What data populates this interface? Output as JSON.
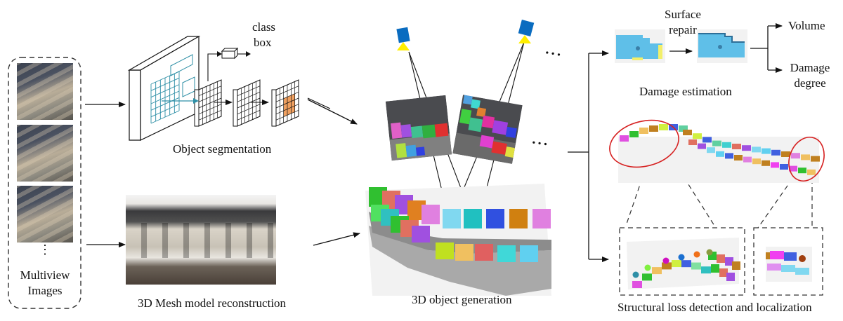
{
  "figure": {
    "multiview": {
      "label_line1": "Multiview",
      "label_line2": "Images",
      "ellipsis": "⋮",
      "image_count_shown": 3
    },
    "segmentation": {
      "title": "Object segmentation",
      "class_label": "class",
      "box_label": "box"
    },
    "mesh": {
      "title": "3D Mesh model reconstruction"
    },
    "object_generation": {
      "title": "3D object generation",
      "ellipsis_top": "• • •",
      "ellipsis_mid": "• • •"
    },
    "damage": {
      "title": "Damage estimation",
      "repair_line1": "Surface",
      "repair_line2": "repair",
      "output1": "Volume",
      "output2_line1": "Damage",
      "output2_line2": "degree"
    },
    "structural": {
      "title": "Structural loss detection and localization"
    }
  },
  "colors": {
    "line": "#111111",
    "cnn_cyan": "#2e8fa6",
    "mask_orange": "#f0a060",
    "camera_blue": "#0a6cc0",
    "camera_yellow": "#ffee00",
    "highlight_red": "#d62020",
    "block_cyan": "#7fd0f0",
    "defect_yellow": "#f4f07a"
  }
}
